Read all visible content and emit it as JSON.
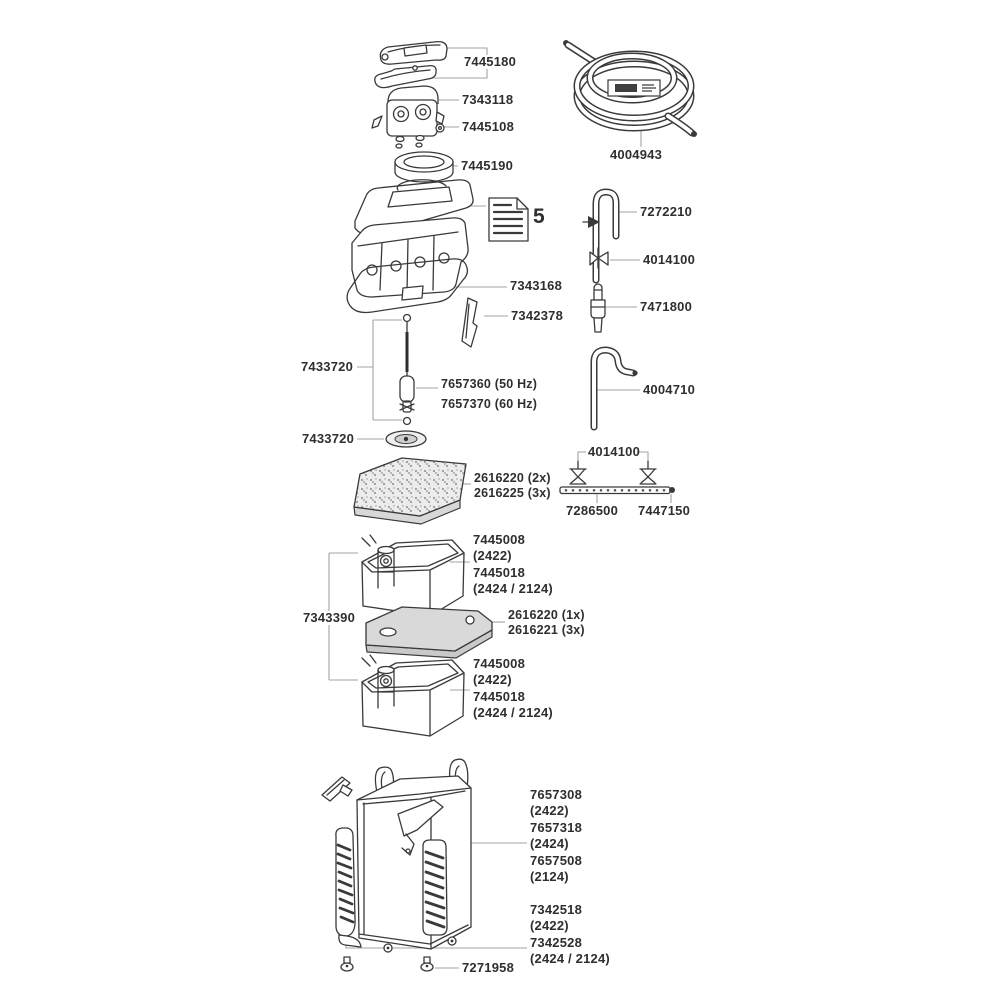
{
  "page": {
    "background": "#ffffff"
  },
  "colors": {
    "line": "#3a3a3a",
    "leader": "#a3a3a3",
    "text": "#2f2f2f",
    "pad_fill": "#d9d9d9",
    "foam_fill": "#ececec"
  },
  "manual_note": {
    "ref": "5"
  },
  "parts": {
    "handle_clip": "7445180",
    "adapter_top": "7343118",
    "adapter": "7445108",
    "pump_knob": "7445190",
    "hose": "4004943",
    "intake_pipe": "7272210",
    "intake_clip": "4014100",
    "intake_connector": "7471800",
    "head_gasket": "7343168",
    "blade": "7342378",
    "shaft": "7433720",
    "impeller_50": "7657360 (50 Hz)",
    "impeller_60": "7657370 (60 Hz)",
    "outlet_pipe": "4004710",
    "seal_grommet": "7433720",
    "coarse_pad_2x": "2616220 (2x)",
    "coarse_pad_3x": "2616225 (3x)",
    "spraybar_clips": "4014100",
    "spray_bar": "7286500",
    "spray_plug": "7447150",
    "basket_top": "7445008",
    "basket_top_model": "(2422)",
    "basket_top_alt": "7445018",
    "basket_top_alt_model": "(2424 / 2124)",
    "basket_rail": "7343390",
    "fine_pad_1x": "2616220 (1x)",
    "fine_pad_3x": "2616221 (3x)",
    "basket_bottom": "7445008",
    "basket_bottom_model": "(2422)",
    "basket_bottom_alt": "7445018",
    "basket_bottom_alt_model": "(2424 / 2124)",
    "canister_2422": "7657308",
    "canister_2422_model": "(2422)",
    "canister_2424": "7657318",
    "canister_2424_model": "(2424)",
    "canister_2124": "7657508",
    "canister_2124_model": "(2124)",
    "clip_2422": "7342518",
    "clip_2422_model": "(2422)",
    "clip_2424": "7342528",
    "clip_2424_model": "(2424 / 2124)",
    "foot": "7271958"
  }
}
